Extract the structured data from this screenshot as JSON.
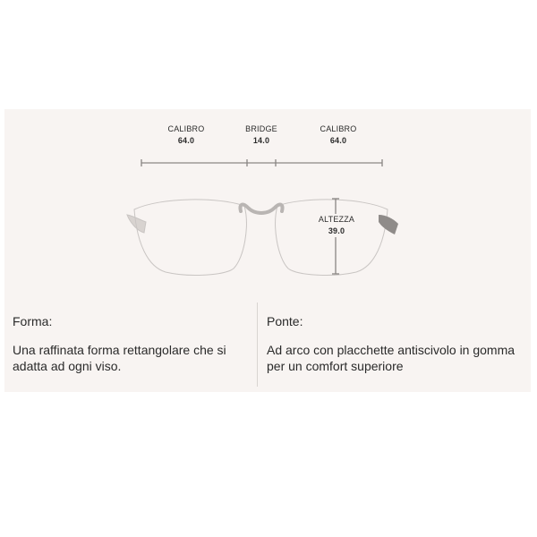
{
  "measurements": {
    "calibro_left": {
      "label": "CALIBRO",
      "value": "64.0"
    },
    "bridge": {
      "label": "BRIDGE",
      "value": "14.0"
    },
    "calibro_right": {
      "label": "CALIBRO",
      "value": "64.0"
    },
    "altezza": {
      "label": "ALTEZZA",
      "value": "39.0"
    }
  },
  "details": {
    "forma": {
      "title": "Forma:",
      "text": "Una raffinata forma rettangolare che si adatta ad ogni viso."
    },
    "ponte": {
      "title": "Ponte:",
      "text": "Ad arco con placchette antiscivolo in gomma per un comfort superiore"
    }
  },
  "colors": {
    "background": "#f8f4f2",
    "line": "#8a8684",
    "lens_outline": "#c9c5c3",
    "text": "#2a2a2a"
  }
}
